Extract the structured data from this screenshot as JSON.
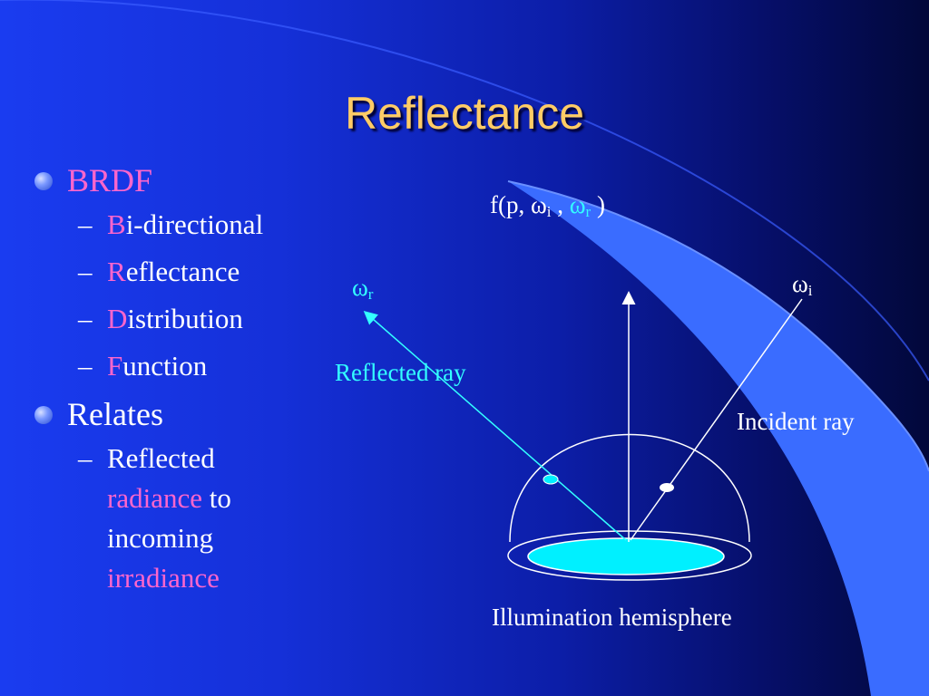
{
  "slide": {
    "title": "Reflectance",
    "bullets": [
      {
        "text": "BRDF",
        "sub": [
          {
            "initial": "B",
            "rest": "i-directional"
          },
          {
            "initial": "R",
            "rest": "eflectance"
          },
          {
            "initial": "D",
            "rest": "istribution"
          },
          {
            "initial": "F",
            "rest": "unction"
          }
        ]
      },
      {
        "text": "Relates",
        "sub_parts": [
          "Reflected",
          "radiance",
          "to",
          "incoming",
          "irradiance"
        ]
      }
    ]
  },
  "diagram": {
    "formula": {
      "prefix": "f(p, ",
      "omega": "ω",
      "sub_i": "i",
      "comma": " , ",
      "sub_r": "r",
      "suffix": " )"
    },
    "omega_r": {
      "symbol": "ω",
      "sub": "r"
    },
    "omega_i": {
      "symbol": "ω",
      "sub": "i"
    },
    "reflected_ray_label": "Reflected ray",
    "incident_ray_label": "Incident ray",
    "hemisphere_label": "Illumination hemisphere"
  },
  "colors": {
    "title": "#ffcc66",
    "highlight": "#ff66cc",
    "reflected": "#33ffff",
    "disk": "#00f0ff"
  }
}
